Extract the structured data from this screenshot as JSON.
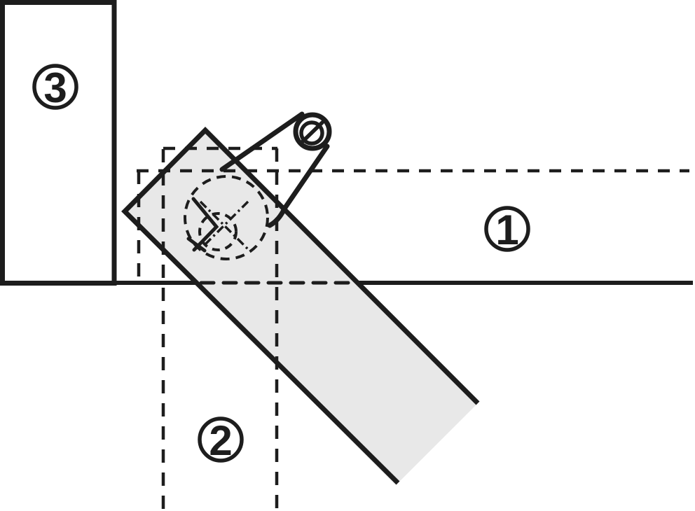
{
  "diagram": {
    "callouts": {
      "horizontal_panel": {
        "label": "1"
      },
      "drilling_position": {
        "label": "2"
      },
      "vertical_panel": {
        "label": "3"
      }
    },
    "icons": {
      "screw_head": "slotted-screw-icon"
    }
  },
  "colors": {
    "background": "#ffffff",
    "panel_fill": "#e8e8e8",
    "line": "#1d1d1d"
  }
}
